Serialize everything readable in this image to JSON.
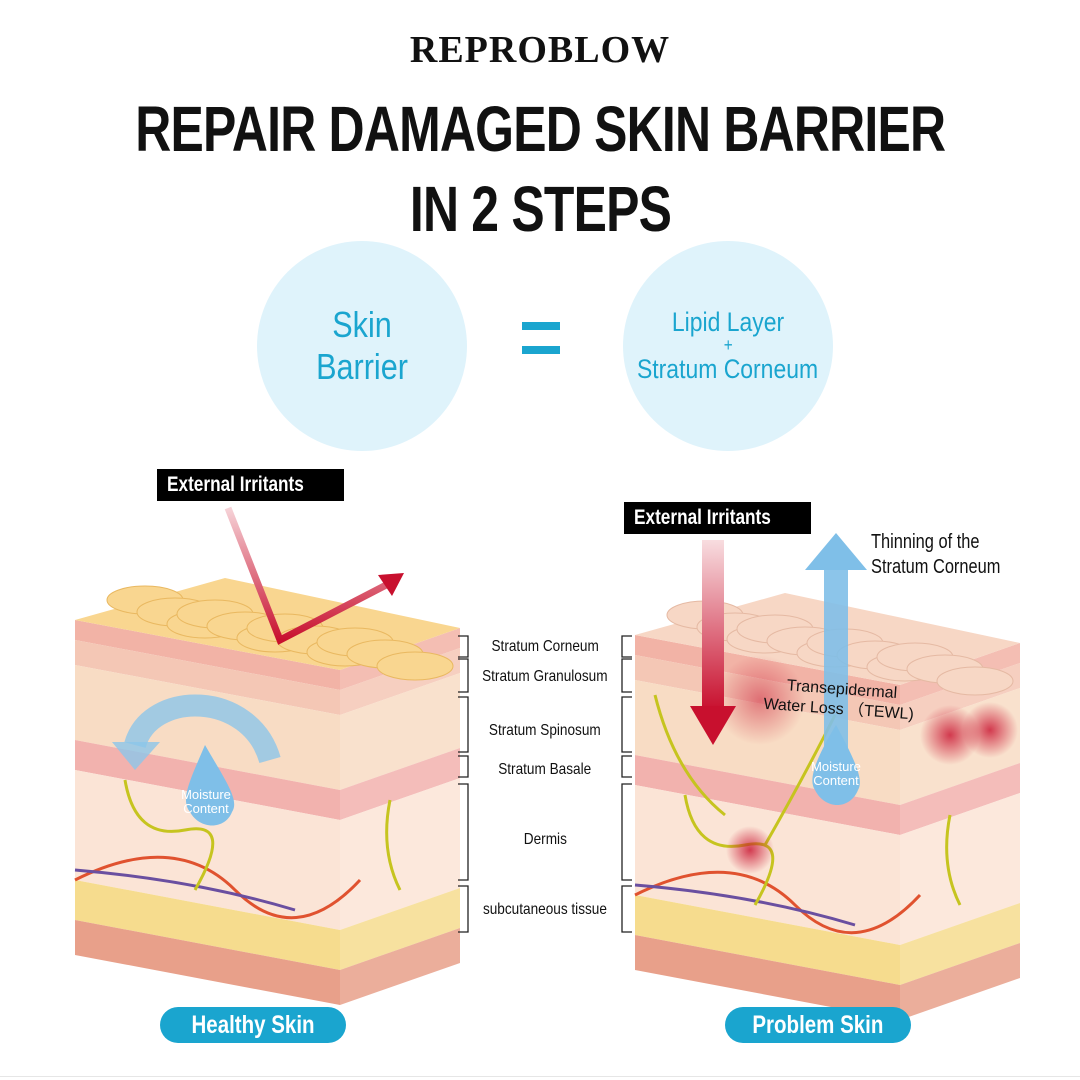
{
  "brand": "REPROBLOW",
  "headline": {
    "line1": "REPAIR DAMAGED SKIN BARRIER",
    "line2": "IN 2 STEPS"
  },
  "equation": {
    "left": {
      "line1": "Skin",
      "line2": "Barrier"
    },
    "right": {
      "line1": "Lipid Layer",
      "plus": "+",
      "line2": "Stratum Corneum"
    }
  },
  "healthy": {
    "irritants_label": "External Irritants",
    "moisture_label": {
      "line1": "Moisture",
      "line2": "Content"
    },
    "caption": "Healthy Skin"
  },
  "problem": {
    "irritants_label": "External Irritants",
    "thinning_label": {
      "line1": "Thinning of the",
      "line2": "Stratum Corneum"
    },
    "tewl_label": {
      "line1": "Transepidermal",
      "line2": "Water Loss （TEWL)"
    },
    "moisture_label": {
      "line1": "Moisture",
      "line2": "Content"
    },
    "caption": "Problem Skin"
  },
  "layers": [
    "Stratum Corneum",
    "Stratum Granulosum",
    "Stratum Spinosum",
    "Stratum Basale",
    "Dermis",
    "subcutaneous tissue"
  ],
  "colors": {
    "accent": "#1aa5cf",
    "circle_bg": "#dff3fb",
    "irritant_red": "#c8102e",
    "moisture_blue": "#7fbfe8"
  }
}
